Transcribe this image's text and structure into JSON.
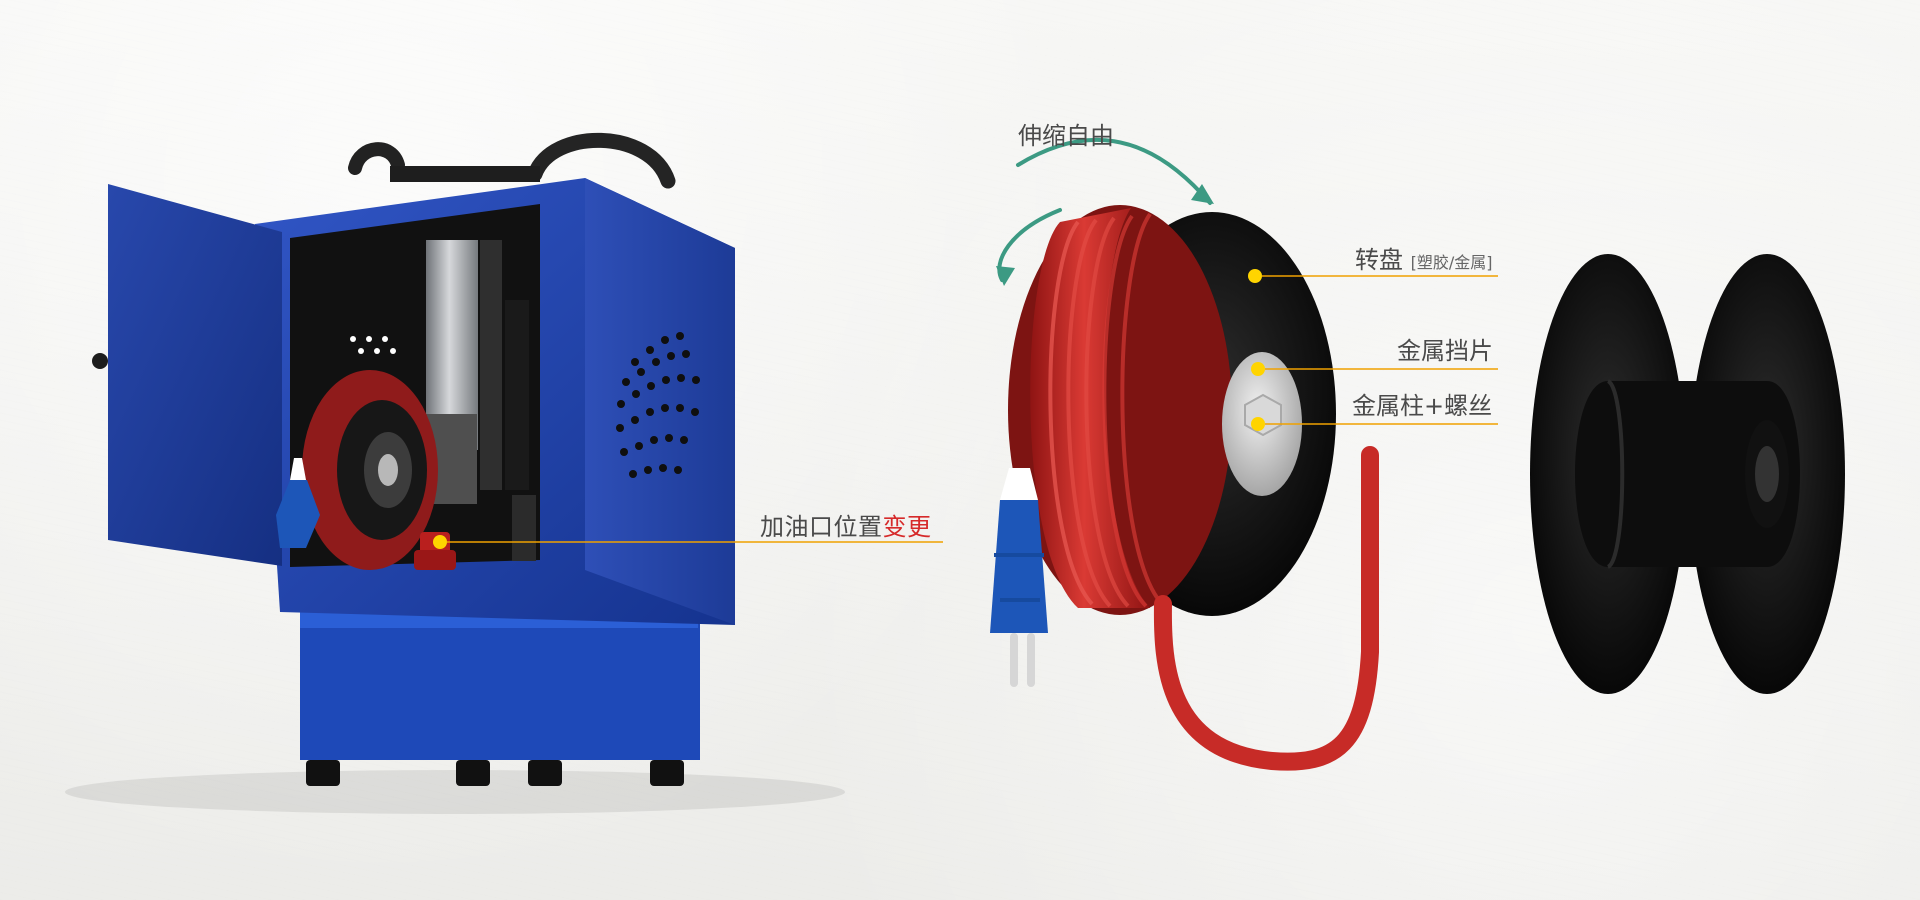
{
  "labels": {
    "fuel_port": "加油口位置",
    "fuel_port_change": "变更",
    "rotate": "伸缩自由",
    "turntable": "转盘",
    "turntable_material": "[塑胶/金属]",
    "metal_block": "金属挡片",
    "metal_post": "金属柱+螺丝"
  },
  "colors": {
    "callout_line": "#f0a100",
    "callout_dot": "#ffd400",
    "accent_text": "#d62a2a",
    "arrow": "#3c9a83",
    "machine_blue": "#1e3f9d",
    "reel_red": "#c72b27",
    "reel_black": "#121212",
    "plug_blue": "#1d56b8"
  }
}
